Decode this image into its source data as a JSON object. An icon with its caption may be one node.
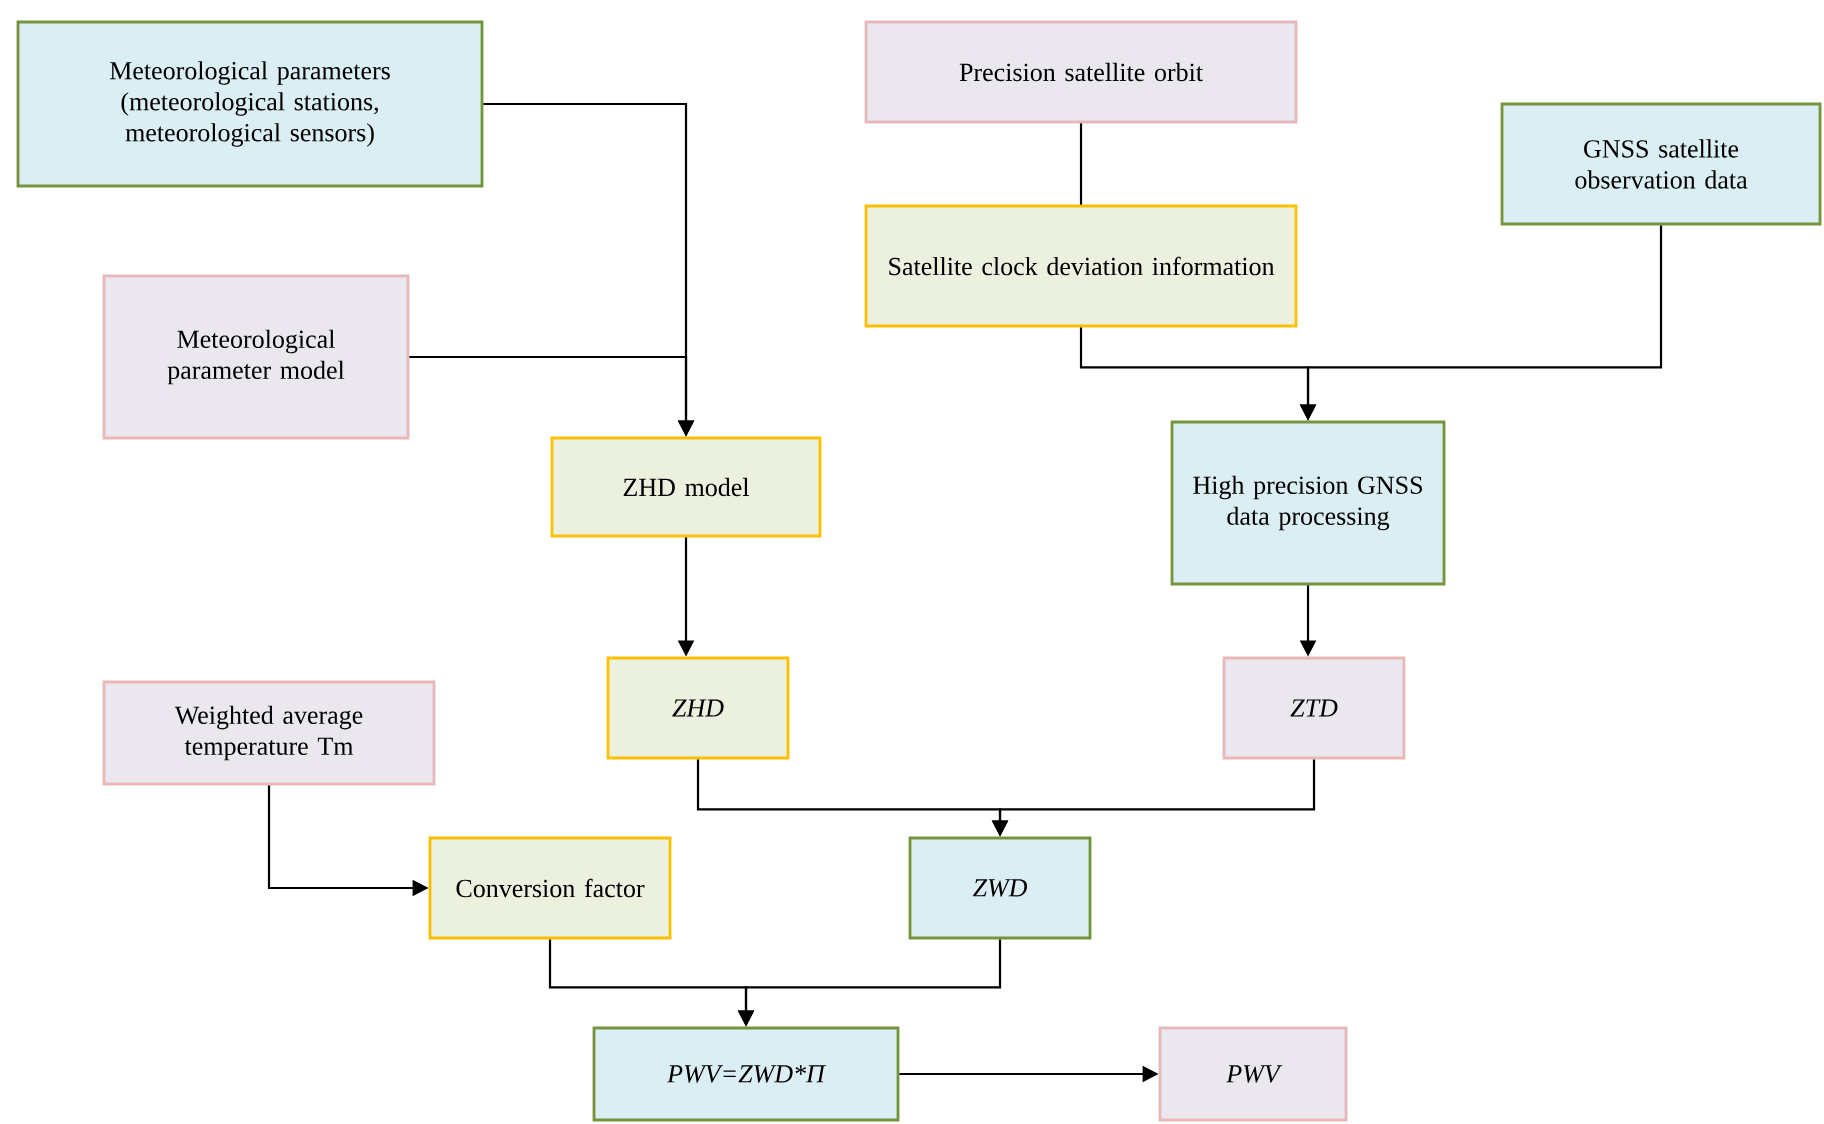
{
  "diagram": {
    "nodes": [
      {
        "text": [
          "Meteorological parameters (meteorological stations, meteorological sensors)"
        ]
      },
      {
        "text": [
          "Precision satellite orbit"
        ]
      },
      {
        "text": [
          "GNSS satellite observation data"
        ]
      },
      {
        "text": [
          "Meteorological parameter model"
        ]
      },
      {
        "text": [
          "Satellite clock deviation information"
        ]
      },
      {
        "text": [
          "ZHD model"
        ]
      },
      {
        "text": [
          "High precision GNSS data processing"
        ]
      },
      {
        "text": [
          "Weighted average temperature Tm"
        ]
      },
      {
        "text": [
          "ZHD"
        ]
      },
      {
        "text": [
          "ZTD"
        ]
      },
      {
        "text": [
          "Conversion factor"
        ]
      },
      {
        "text": [
          "ZWD"
        ]
      },
      {
        "text": [
          "PWV=ZWD*Π"
        ]
      },
      {
        "text": [
          "PWV"
        ]
      }
    ],
    "edges": [
      {
        "from": 0,
        "to": 5,
        "arrow": "to"
      },
      {
        "from": 3,
        "to": 5,
        "arrow": "to"
      },
      {
        "from": 1,
        "to": 4,
        "arrow": "none"
      },
      {
        "from": 4,
        "to": 6,
        "arrow": "to"
      },
      {
        "from": 2,
        "to": 6,
        "arrow": "to"
      },
      {
        "from": 5,
        "to": 8,
        "arrow": "to"
      },
      {
        "from": 6,
        "to": 9,
        "arrow": "to"
      },
      {
        "from": 8,
        "to": 11,
        "arrow": "to"
      },
      {
        "from": 9,
        "to": 11,
        "arrow": "to"
      },
      {
        "from": 7,
        "to": 10,
        "arrow": "to"
      },
      {
        "from": 10,
        "to": 12,
        "arrow": "to"
      },
      {
        "from": 11,
        "to": 12,
        "arrow": "to"
      },
      {
        "from": 12,
        "to": 13,
        "arrow": "to"
      }
    ]
  }
}
